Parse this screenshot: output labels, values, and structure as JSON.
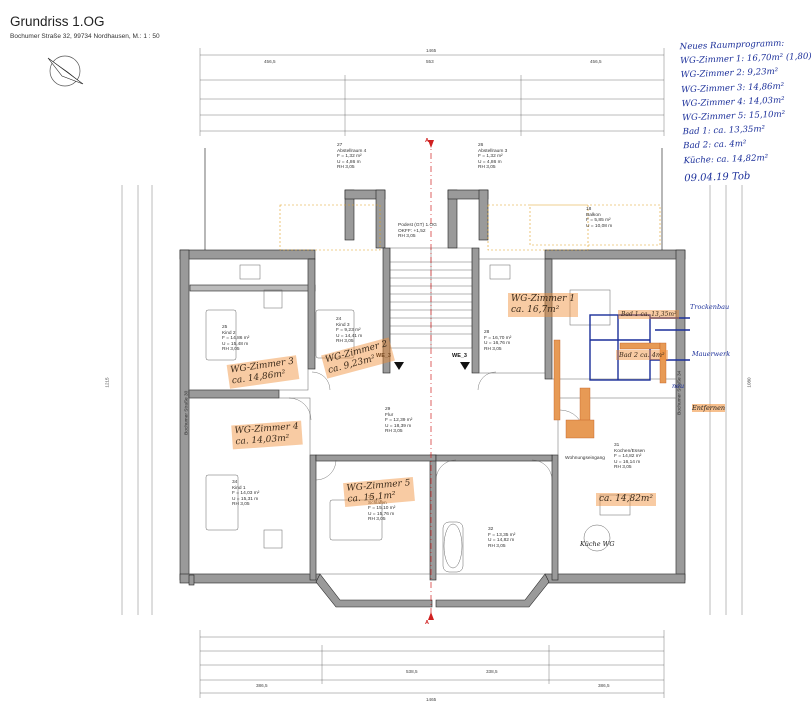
{
  "sheet": {
    "title": "Grundriss 1.OG",
    "subtitle": "Bochumer Straße 32, 99734 Nordhausen, M.: 1 : 50"
  },
  "notes": {
    "heading": "Neues Raumprogramm:",
    "lines": [
      "WG-Zimmer 1: 16,70m² (1,80)",
      "WG-Zimmer 2: 9,23m²",
      "WG-Zimmer 3: 14,86m²",
      "WG-Zimmer 4: 14,03m²",
      "WG-Zimmer 5: 15,10m²",
      "Bad 1: ca. 13,35m²",
      "Bad 2: ca. 4m²",
      "Küche: ca. 14,82m²"
    ],
    "date": "09.04.19 Tob"
  },
  "highlights": {
    "wg1": "WG-Zimmer 1",
    "wg1_area": "ca. 16,7m²",
    "wg2": "WG-Zimmer 2",
    "wg2_area": "ca. 9,23m²",
    "wg3": "WG-Zimmer 3",
    "wg3_area": "ca. 14,86m²",
    "wg4": "WG-Zimmer 4",
    "wg4_area": "ca. 14,03m²",
    "wg5": "WG-Zimmer 5",
    "wg5_area": "ca. 15,1m²",
    "kitchen_area": "ca. 14,82m²",
    "bath2": "Bad 2 ca. 4m²",
    "bath1": "Bad 1 ca. 13,35m²"
  },
  "blue_notes": {
    "trockenbau": "Trockenbau",
    "mauerwerk": "Mauerwerk",
    "entfernen": "Entfernen",
    "kueche_wg": "Küche WG",
    "neu": "neu"
  },
  "units": {
    "we3": "WE_3",
    "we3_left": "WE_3"
  },
  "rooms": {
    "abstell4": "27\nAbstellraum 4\nF = 1,32 m²\nU = 4,86 m\nRH 3,05",
    "abstell3": "26\nAbstellraum 3\nF = 1,32 m²\nU = 4,86 m\nRH 3,05",
    "kind2": "25\nKind 2\nF = 14,86 m²\nU = 15,48 m\nRH 3,05",
    "kind3": "24\nKind 3\nF = 9,23 m²\nU = 14,41 m\nRH 3,05",
    "zimmer": "28\nF = 16,70 m²\nU = 16,76 m\nRH 3,05",
    "flur": "29\nFlur\nF = 12,39 m²\nU = 18,39 m\nRH 3,05",
    "kind1": "34\nKind 1\nF = 14,03 m²\nU = 15,31 m\nRH 3,05",
    "schlafen": "33\nSchlafen\nF = 15,10 m²\nU = 15,76 m\nRH 3,05",
    "bad": "32\nF = 13,35 m²\nU = 14,82 m\nRH 3,05",
    "kochen": "31\nKochen/Essen\nF = 14,82 m²\nU = 16,14 m\nRH 3,05",
    "balkon": "18\nBalkon\nF = 5,85 m²\nU = 10,08 m",
    "wohnung": "Wohnungseingang",
    "street_left": "Bochumer Straße 30",
    "street_right": "Bochumer Straße 34",
    "podest": "Podest (GT) 1.OG\nOKFF: +1,52\nRH 3,05"
  },
  "dims": {
    "total_top": "1465",
    "total_bottom": "1465",
    "side_left": "1215",
    "side_right": "1080",
    "top_row": [
      "456,5",
      "553",
      "456,5"
    ],
    "bottom_row": [
      "386,5",
      "538,5",
      "338,5",
      "386,5"
    ]
  },
  "markers": {
    "section_top": "A",
    "section_bottom": "A"
  }
}
